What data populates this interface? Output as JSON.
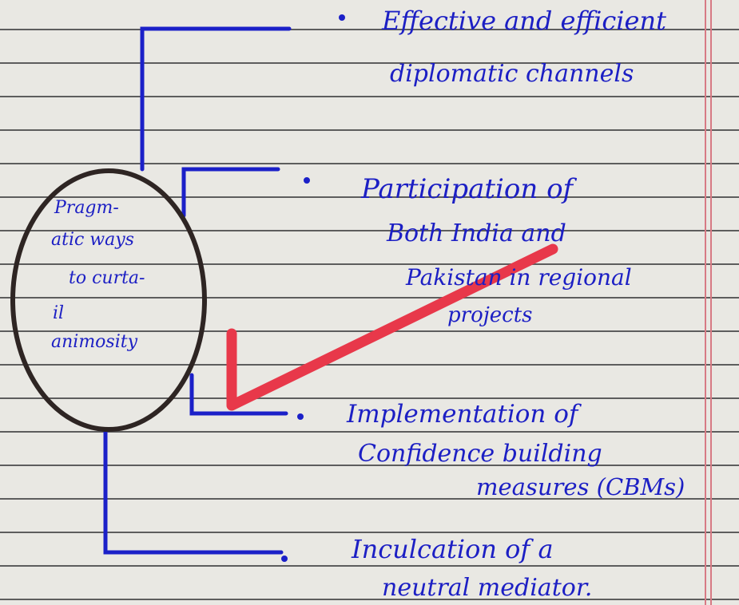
{
  "center_label": {
    "lines": [
      "Pragm-",
      "atic ways",
      "to curta-",
      "il",
      "animosity"
    ]
  },
  "points": [
    {
      "lines": [
        "Effective and efficient",
        "diplomatic channels"
      ]
    },
    {
      "lines": [
        "Participation of",
        "Both India and",
        "Pakistan in regional",
        "projects"
      ]
    },
    {
      "lines": [
        "Implementation of",
        "Confidence building",
        "measures (CBMs)"
      ]
    },
    {
      "lines": [
        "Inculcation of a",
        "neutral mediator."
      ]
    }
  ],
  "colors": {
    "ink": "#1b20c8",
    "circle": "#2e2523",
    "checkmark": "#e8384a",
    "page_lines": "#5d5d5d",
    "margin": "#d77a84"
  }
}
